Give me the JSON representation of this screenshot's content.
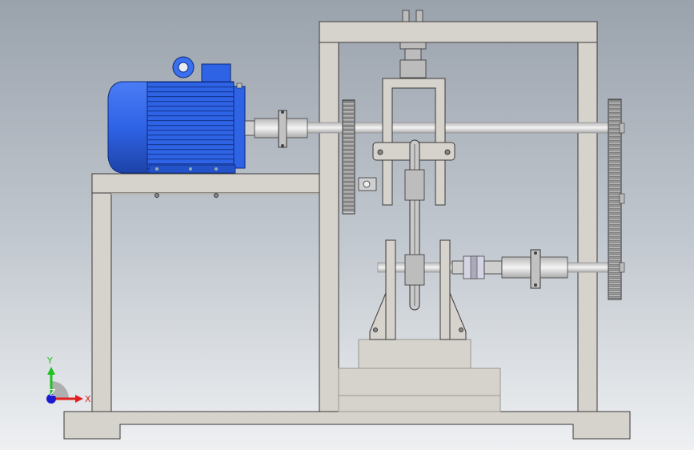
{
  "viewport": {
    "background_top": "#9aa2ac",
    "background_bottom": "#eef0f2"
  },
  "model": {
    "frame_color": "#d6d2cc",
    "edge_color": "#3a3a3a",
    "motor_color": "#2f63e6",
    "motor_dark": "#1f45b0",
    "gear_color": "#cfcfcf",
    "coupling_color": "#c8c8c8"
  },
  "triad": {
    "x_label": "X",
    "y_label": "Y",
    "z_label": "Z",
    "x_color": "#e02020",
    "y_color": "#20c020",
    "z_color": "#1a1ad0",
    "icon": "view-orientation-triad-icon"
  }
}
